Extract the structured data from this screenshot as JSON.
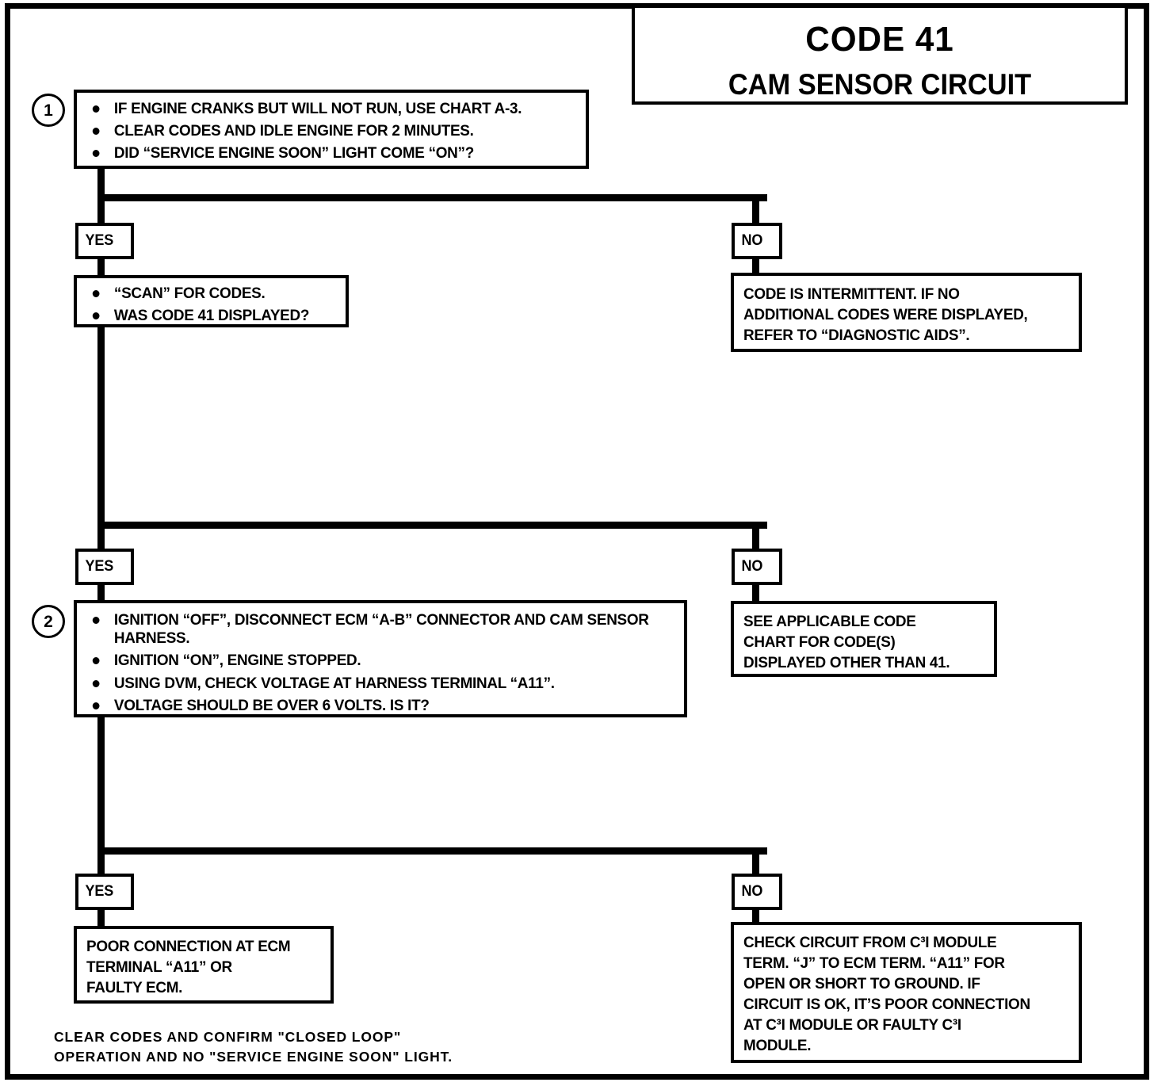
{
  "title": {
    "code": "CODE 41",
    "subject": "CAM SENSOR CIRCUIT"
  },
  "steps": {
    "one": "1",
    "two": "2"
  },
  "branch_labels": {
    "yes": "YES",
    "no": "NO"
  },
  "step1_box": {
    "bullets": [
      "IF ENGINE CRANKS BUT WILL NOT RUN, USE CHART A-3.",
      "CLEAR CODES AND IDLE ENGINE FOR 2 MINUTES.",
      "DID “SERVICE ENGINE SOON” LIGHT COME “ON”?"
    ]
  },
  "scan_box": {
    "bullets": [
      "“SCAN” FOR CODES.",
      "WAS CODE 41 DISPLAYED?"
    ]
  },
  "intermittent_box": {
    "lines": [
      "CODE IS INTERMITTENT.  IF NO",
      "ADDITIONAL CODES WERE DISPLAYED,",
      "REFER TO “DIAGNOSTIC AIDS”."
    ]
  },
  "step2_box": {
    "bullets": [
      "IGNITION “OFF”, DISCONNECT ECM “A-B” CONNECTOR AND CAM SENSOR HARNESS.",
      "IGNITION “ON”, ENGINE STOPPED.",
      "USING DVM, CHECK VOLTAGE AT HARNESS TERMINAL “A11”.",
      "VOLTAGE SHOULD BE OVER 6 VOLTS.  IS IT?"
    ]
  },
  "other_code_box": {
    "lines": [
      "SEE APPLICABLE CODE",
      "CHART FOR CODE(S)",
      "DISPLAYED OTHER THAN 41."
    ]
  },
  "poor_connection_box": {
    "lines": [
      "POOR CONNECTION AT ECM",
      "TERMINAL “A11” OR",
      "FAULTY ECM."
    ]
  },
  "check_circuit_box": {
    "lines": [
      "CHECK CIRCUIT FROM C³I MODULE",
      "TERM. “J” TO ECM TERM. “A11” FOR",
      "OPEN OR SHORT TO GROUND.  IF",
      "CIRCUIT IS OK, IT’S POOR CONNECTION",
      "AT C³I MODULE OR FAULTY C³I",
      "MODULE."
    ]
  },
  "footer_note": {
    "lines": [
      "CLEAR CODES AND CONFIRM \"CLOSED LOOP\"",
      "OPERATION AND NO \"SERVICE ENGINE SOON\" LIGHT."
    ]
  },
  "colors": {
    "ink": "#000000",
    "paper": "#ffffff"
  }
}
